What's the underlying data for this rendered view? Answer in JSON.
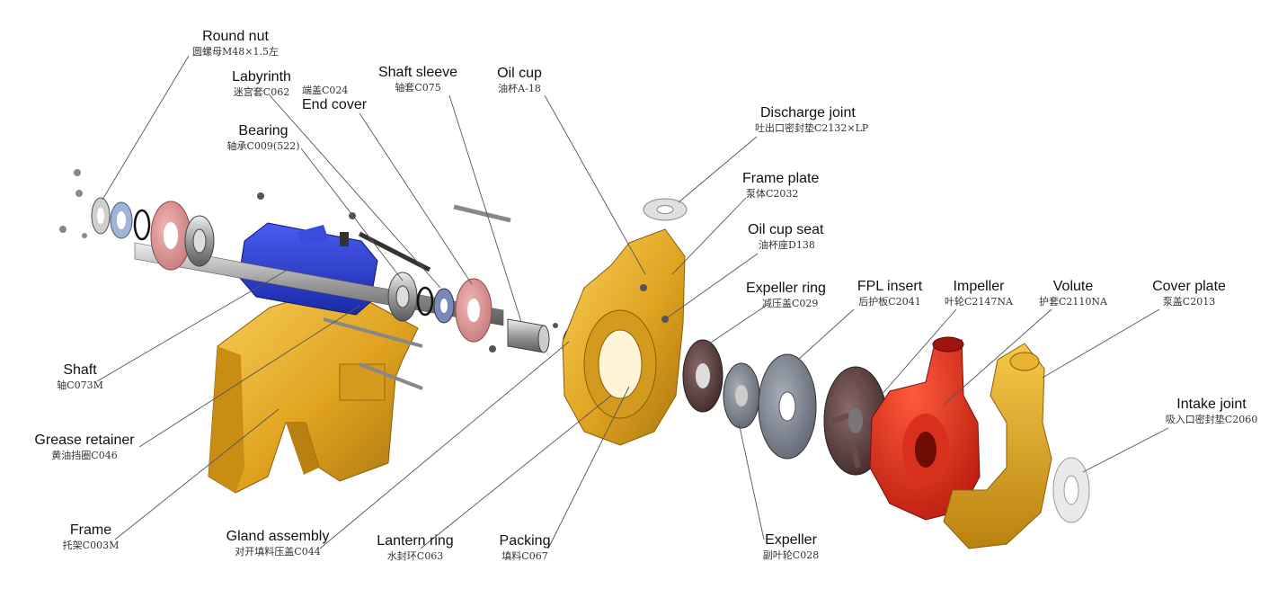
{
  "parts": [
    {
      "id": "round-nut",
      "en": "Round nut",
      "cn": "圆螺母M48×1.5左"
    },
    {
      "id": "labyrinth",
      "en": "Labyrinth",
      "cn": "迷宫套C062"
    },
    {
      "id": "end-cover",
      "en": "End cover",
      "cn": "端盖C024"
    },
    {
      "id": "shaft-sleeve",
      "en": "Shaft sleeve",
      "cn": "轴套C075"
    },
    {
      "id": "oil-cup",
      "en": "Oil cup",
      "cn": "油杯A-18"
    },
    {
      "id": "bearing",
      "en": "Bearing",
      "cn": "轴承C009(522)"
    },
    {
      "id": "discharge-joint",
      "en": "Discharge joint",
      "cn": "吐出口密封垫C2132×LP"
    },
    {
      "id": "frame-plate",
      "en": "Frame plate",
      "cn": "泵体C2032"
    },
    {
      "id": "oil-cup-seat",
      "en": "Oil cup seat",
      "cn": "油杯座D138"
    },
    {
      "id": "expeller-ring",
      "en": "Expeller ring",
      "cn": "减压盖C029"
    },
    {
      "id": "fpl-insert",
      "en": "FPL insert",
      "cn": "后护板C2041"
    },
    {
      "id": "impeller",
      "en": "Impeller",
      "cn": "叶轮C2147NA"
    },
    {
      "id": "volute",
      "en": "Volute",
      "cn": "护套C2110NA"
    },
    {
      "id": "cover-plate",
      "en": "Cover plate",
      "cn": "泵盖C2013"
    },
    {
      "id": "intake-joint",
      "en": "Intake joint",
      "cn": "吸入口密封垫C2060"
    },
    {
      "id": "shaft",
      "en": "Shaft",
      "cn": "轴C073M"
    },
    {
      "id": "grease-retainer",
      "en": "Grease retainer",
      "cn": "黄油挡圈C046"
    },
    {
      "id": "frame",
      "en": "Frame",
      "cn": "托架C003M"
    },
    {
      "id": "gland-assembly",
      "en": "Gland assembly",
      "cn": "对开填料压盖C044"
    },
    {
      "id": "lantern-ring",
      "en": "Lantern ring",
      "cn": "水封环C063"
    },
    {
      "id": "packing",
      "en": "Packing",
      "cn": "填料C067"
    },
    {
      "id": "expeller",
      "en": "Expeller",
      "cn": "副叶轮C028"
    }
  ]
}
